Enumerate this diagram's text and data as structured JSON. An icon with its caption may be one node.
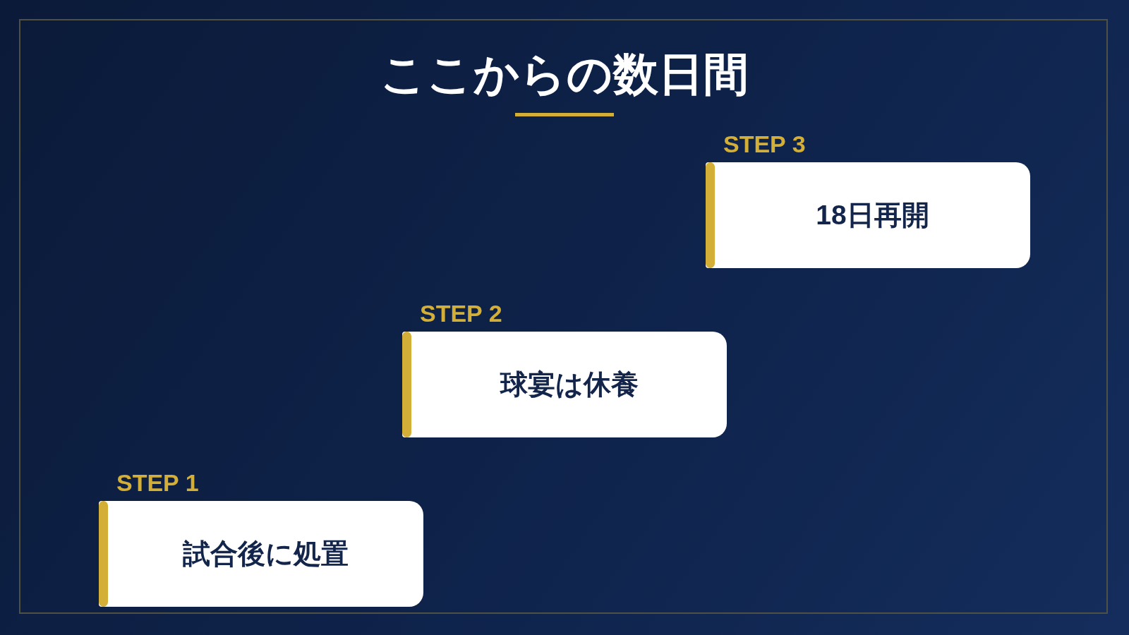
{
  "diagram": {
    "title": "ここからの数日間",
    "nodes": [
      {
        "text": [
          "STEP 1",
          "試合後に処置"
        ]
      },
      {
        "text": [
          "STEP 2",
          "球宴は休養"
        ]
      },
      {
        "text": [
          "STEP 3",
          "18日再開"
        ]
      }
    ]
  }
}
